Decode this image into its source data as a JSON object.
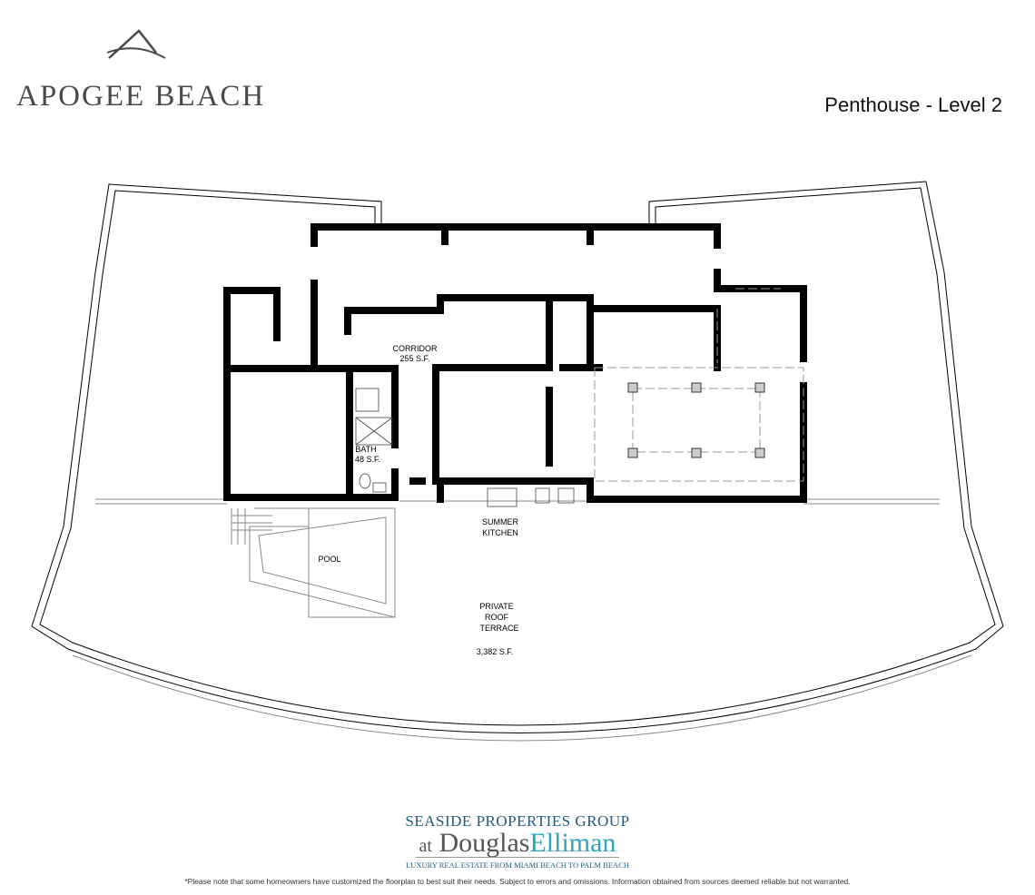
{
  "brand": {
    "name": "APOGEE BEACH",
    "logo_icon": "mountain-wave-icon"
  },
  "title": "Penthouse - Level 2",
  "rooms": {
    "corridor": {
      "name": "CORRIDOR",
      "area": "255 S.F."
    },
    "bath": {
      "name": "BATH",
      "area": "48 S.F."
    },
    "summer_kitchen": {
      "line1": "SUMMER",
      "line2": "KITCHEN"
    },
    "pool": {
      "name": "POOL"
    },
    "terrace": {
      "line1": "PRIVATE",
      "line2": "ROOF",
      "line3": "TERRACE",
      "area": "3,382 S.F."
    }
  },
  "footer": {
    "group": "SEASIDE PROPERTIES GROUP",
    "at": "at",
    "douglas": "Douglas",
    "elliman": "Elliman",
    "tagline": "LUXURY REAL ESTATE FROM MIAMI BEACH TO PALM BEACH",
    "disclaimer": "*Please note that some homeowners have customized the floorplan to best suit their needs. Subject to errors and omissions. Information obtained from sources deemed reliable but not warranted."
  },
  "colors": {
    "wall": "#000000",
    "brand": "#4a4a4c",
    "elliman": "#2aa6c0",
    "group": "#1f5b7a"
  }
}
